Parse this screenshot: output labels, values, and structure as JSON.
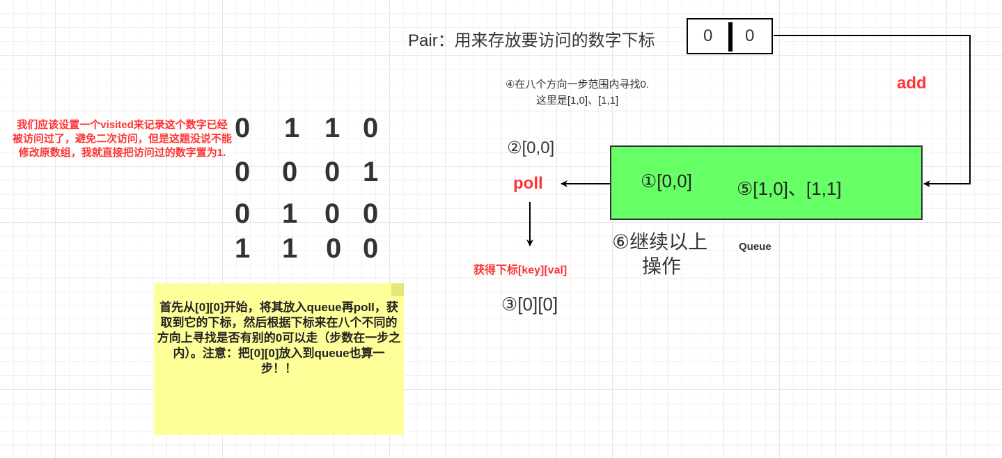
{
  "pair": {
    "label": "Pair：用来存放要访问的数字下标",
    "left_value": "0",
    "right_value": "0"
  },
  "add_label": "add",
  "step4_text": {
    "line1": "④在八个方向一步范围内寻找0.",
    "line2": "这里是[1,0]、[1,1]"
  },
  "left_note": "我们应该设置一个visited来记录这个数字已经被访问过了，避免二次访问，但是这题没说不能修改原数组，我就直接把访问过的数字置为1.",
  "matrix": [
    [
      "0",
      "1",
      "1",
      "0"
    ],
    [
      "0",
      "0",
      "0",
      "1"
    ],
    [
      "0",
      "1",
      "0",
      "0"
    ],
    [
      "1",
      "1",
      "0",
      "0"
    ]
  ],
  "step2_label": "②[0,0]",
  "poll_label": "poll",
  "get_index_label": "获得下标[key][val]",
  "step3_label": "③[0][0]",
  "queue": {
    "item1": "①[0,0]",
    "item5": "⑤[1,0]、[1,1]",
    "label": "Queue"
  },
  "step6": {
    "line1": "⑥继续以上",
    "line2": "操作"
  },
  "sticky_note": "首先从[0][0]开始，将其放入queue再poll，获取到它的下标，然后根据下标来在八个不同的方向上寻找是否有别的0可以走（步数在一步之内）。注意：把[0][0]放入到queue也算一步！！",
  "colors": {
    "queue_fill": "#66ff66",
    "highlight_red": "#ff3333",
    "note_fill": "#ffff99"
  }
}
